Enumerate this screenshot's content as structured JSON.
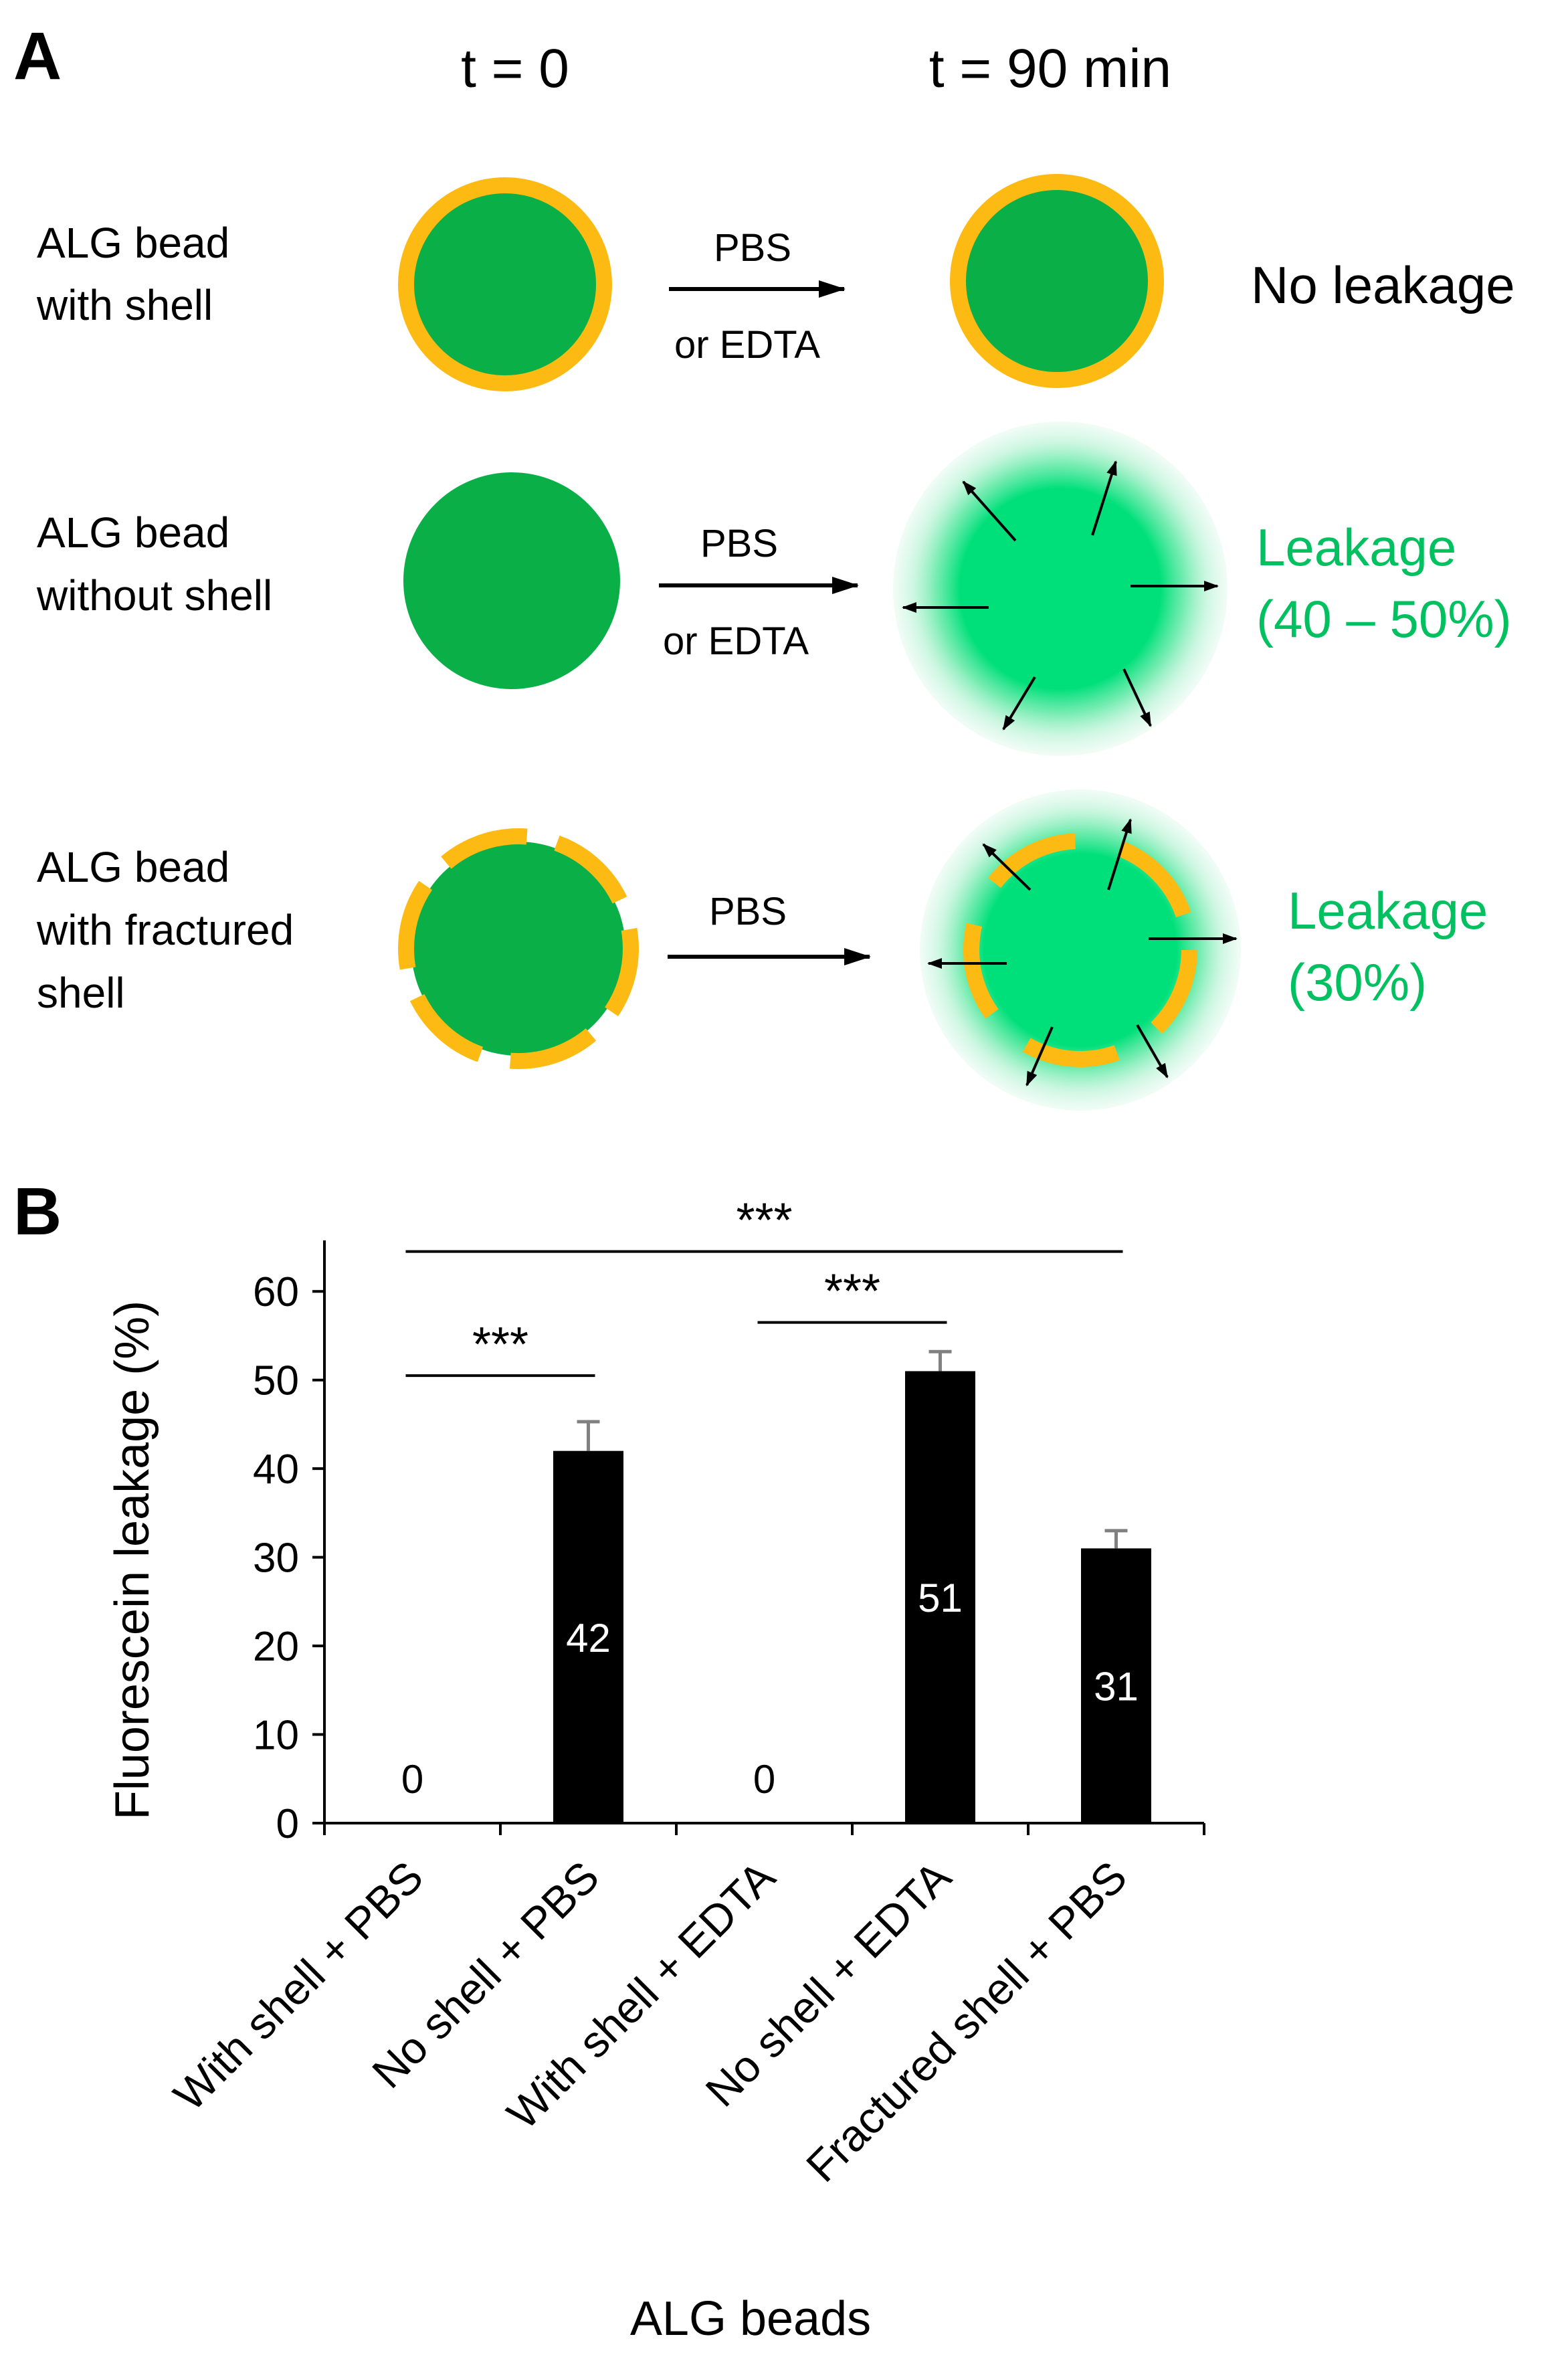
{
  "colors": {
    "bead_green": "#0aaf48",
    "leak_green": "#00e07a",
    "shell_orange": "#fdba12",
    "leak_text": "#00c060",
    "bar": "#000000",
    "error_bar": "#808080"
  },
  "panel_a": {
    "label": "A",
    "col_t0": "t = 0",
    "col_t90": "t = 90 min",
    "rows": [
      {
        "label_lines": [
          "ALG bead",
          "with shell"
        ],
        "arrow_top": "PBS",
        "arrow_bottom": "or EDTA",
        "outcome_lines": [
          "No leakage"
        ],
        "outcome_style": "plain",
        "shell": "intact",
        "leak": false
      },
      {
        "label_lines": [
          "ALG bead",
          "without shell"
        ],
        "arrow_top": "PBS",
        "arrow_bottom": "or EDTA",
        "outcome_lines": [
          "Leakage",
          "(40 – 50%)"
        ],
        "outcome_style": "leak",
        "shell": "none",
        "leak": true
      },
      {
        "label_lines": [
          "ALG bead",
          "with fractured",
          "shell"
        ],
        "arrow_top": "PBS",
        "arrow_bottom": "",
        "outcome_lines": [
          "Leakage",
          "(30%)"
        ],
        "outcome_style": "leak",
        "shell": "fractured",
        "leak": true
      }
    ]
  },
  "panel_b": {
    "label": "B"
  },
  "chart_data": {
    "type": "bar",
    "title": "",
    "xlabel": "ALG beads",
    "ylabel": "Fluorescein leakage (%)",
    "ylim": [
      0,
      65
    ],
    "yticks": [
      0,
      10,
      20,
      30,
      40,
      50,
      60
    ],
    "categories": [
      "With shell + PBS",
      "No shell + PBS",
      "With shell + EDTA",
      "No shell + EDTA",
      "Fractured shell + PBS"
    ],
    "values": [
      0,
      42,
      0,
      51,
      31
    ],
    "errors": [
      0,
      3.3,
      0,
      2.2,
      2.0
    ],
    "data_labels": [
      "0",
      "42",
      "0",
      "51",
      "31"
    ],
    "grid": false,
    "significance": [
      {
        "from": 0,
        "to": 1,
        "label": "***",
        "y": 50.5
      },
      {
        "from": 2,
        "to": 3,
        "label": "***",
        "y": 56.5
      },
      {
        "from": 0,
        "to": 4,
        "label": "***",
        "y": 64.5
      }
    ]
  }
}
